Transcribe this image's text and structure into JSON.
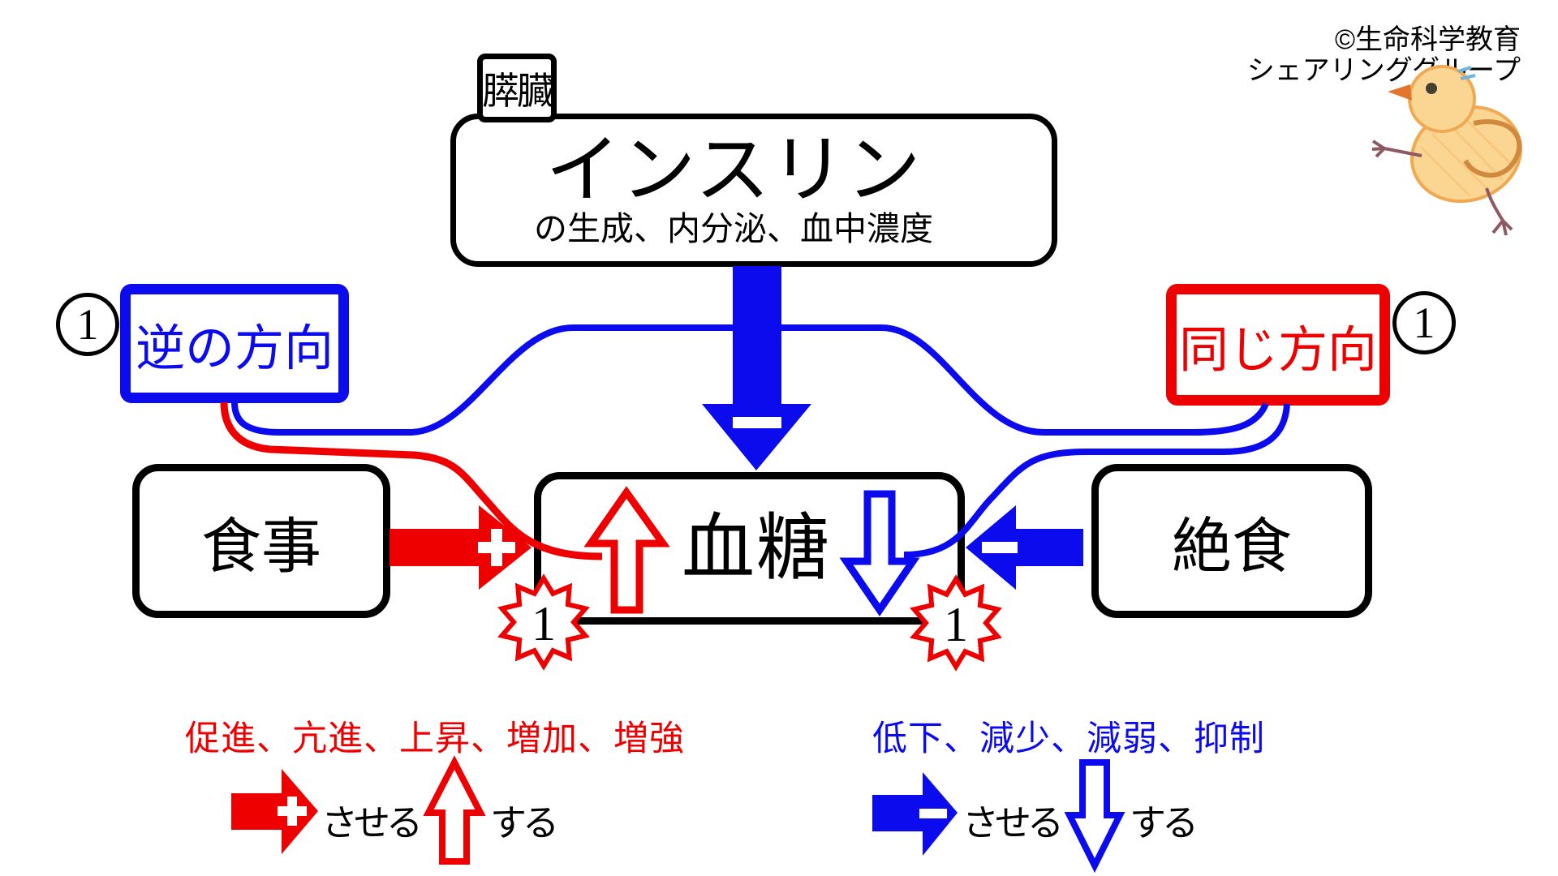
{
  "credit": {
    "line1": "©生命科学教育",
    "line2": "シェアリンググループ"
  },
  "pancreas_label": "膵臓",
  "insulin_box": {
    "title": "インスリン",
    "subtitle": "の生成、内分泌、血中濃度"
  },
  "relation_left": {
    "badge": "1",
    "label": "逆の方向",
    "star": "1"
  },
  "relation_right": {
    "badge": "1",
    "label": "同じ方向",
    "star": "1"
  },
  "boxes": {
    "meal": "食事",
    "glucose": "血糖",
    "fasting": "絶食"
  },
  "legend": {
    "increase_words": "促進、亢進、上昇、増加、増強",
    "decrease_words": "低下、減少、減弱、抑制",
    "red_cause": "させる",
    "red_do": "する",
    "blue_cause": "させる",
    "blue_do": "する"
  },
  "colors": {
    "red": "#ee0000",
    "blue": "#0b0bee"
  }
}
